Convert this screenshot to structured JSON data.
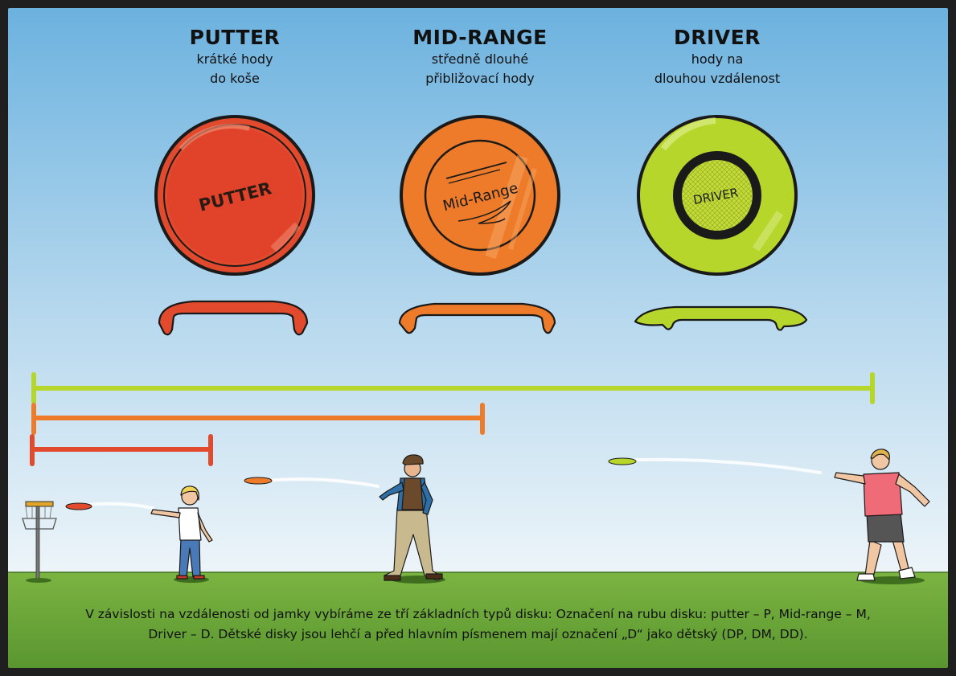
{
  "discs": [
    {
      "title": "PUTTER",
      "subtitle_line1": "krátké hody",
      "subtitle_line2": "do koše",
      "stamp": "PUTTER",
      "color": "#e2452b",
      "color_dark": "#b8321d"
    },
    {
      "title": "MID-RANGE",
      "subtitle_line1": "středně dlouhé",
      "subtitle_line2": "přibližovací hody",
      "stamp": "Mid-Range",
      "color": "#ec7a28",
      "color_dark": "#c2591a"
    },
    {
      "title": "DRIVER",
      "subtitle_line1": "hody na",
      "subtitle_line2": "dlouhou vzdálenost",
      "stamp": "DRIVER",
      "color": "#b4d62a",
      "color_dark": "#8fae1c"
    }
  ],
  "caption": {
    "line1": "V závislosti na vzdálenosti od jamky vybíráme ze tří základních typů disku: Označení na rubu disku: putter – P, Mid-range – M,",
    "line2": "Driver – D. Dětské disky jsou lehčí a před hlavním písmenem mají označení „D“ jako dětský (DP, DM, DD)."
  },
  "colors": {
    "sky_top": "#6fb3e0",
    "sky_bottom": "#e8f2f8",
    "grass": "#6fa83a",
    "outline": "#1a1a1a"
  }
}
